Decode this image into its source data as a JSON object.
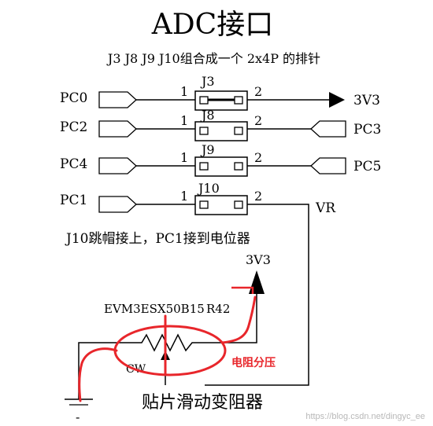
{
  "title": "ADC接口",
  "subtitle": "J3 J8 J9 J10组合成一个 2x4P 的排针",
  "connectors": [
    {
      "ref": "J3",
      "left_net": "PC0",
      "right_net": "3V3",
      "pin1": "1",
      "pin2": "2"
    },
    {
      "ref": "J8",
      "left_net": "PC2",
      "right_net": "PC3",
      "pin1": "1",
      "pin2": "2"
    },
    {
      "ref": "J9",
      "left_net": "PC4",
      "right_net": "PC5",
      "pin1": "1",
      "pin2": "2"
    },
    {
      "ref": "J10",
      "left_net": "PC1",
      "right_net": "VR",
      "pin1": "1",
      "pin2": "2"
    }
  ],
  "note": "J10跳帽接上，PC1接到电位器",
  "pot_supply": "3V3",
  "pot_part": "EVM3ESX50B15",
  "pot_ref": "R42",
  "pot_cw": "CW",
  "annotation": "电阻分压",
  "bottom_caption": "贴片滑动变阻器",
  "ground_mark": "-",
  "watermark": "https://blog.csdn.net/dingyc_ee",
  "colors": {
    "ink": "#000000",
    "annotation": "#e8262b",
    "watermark": "#b8b8b8"
  }
}
